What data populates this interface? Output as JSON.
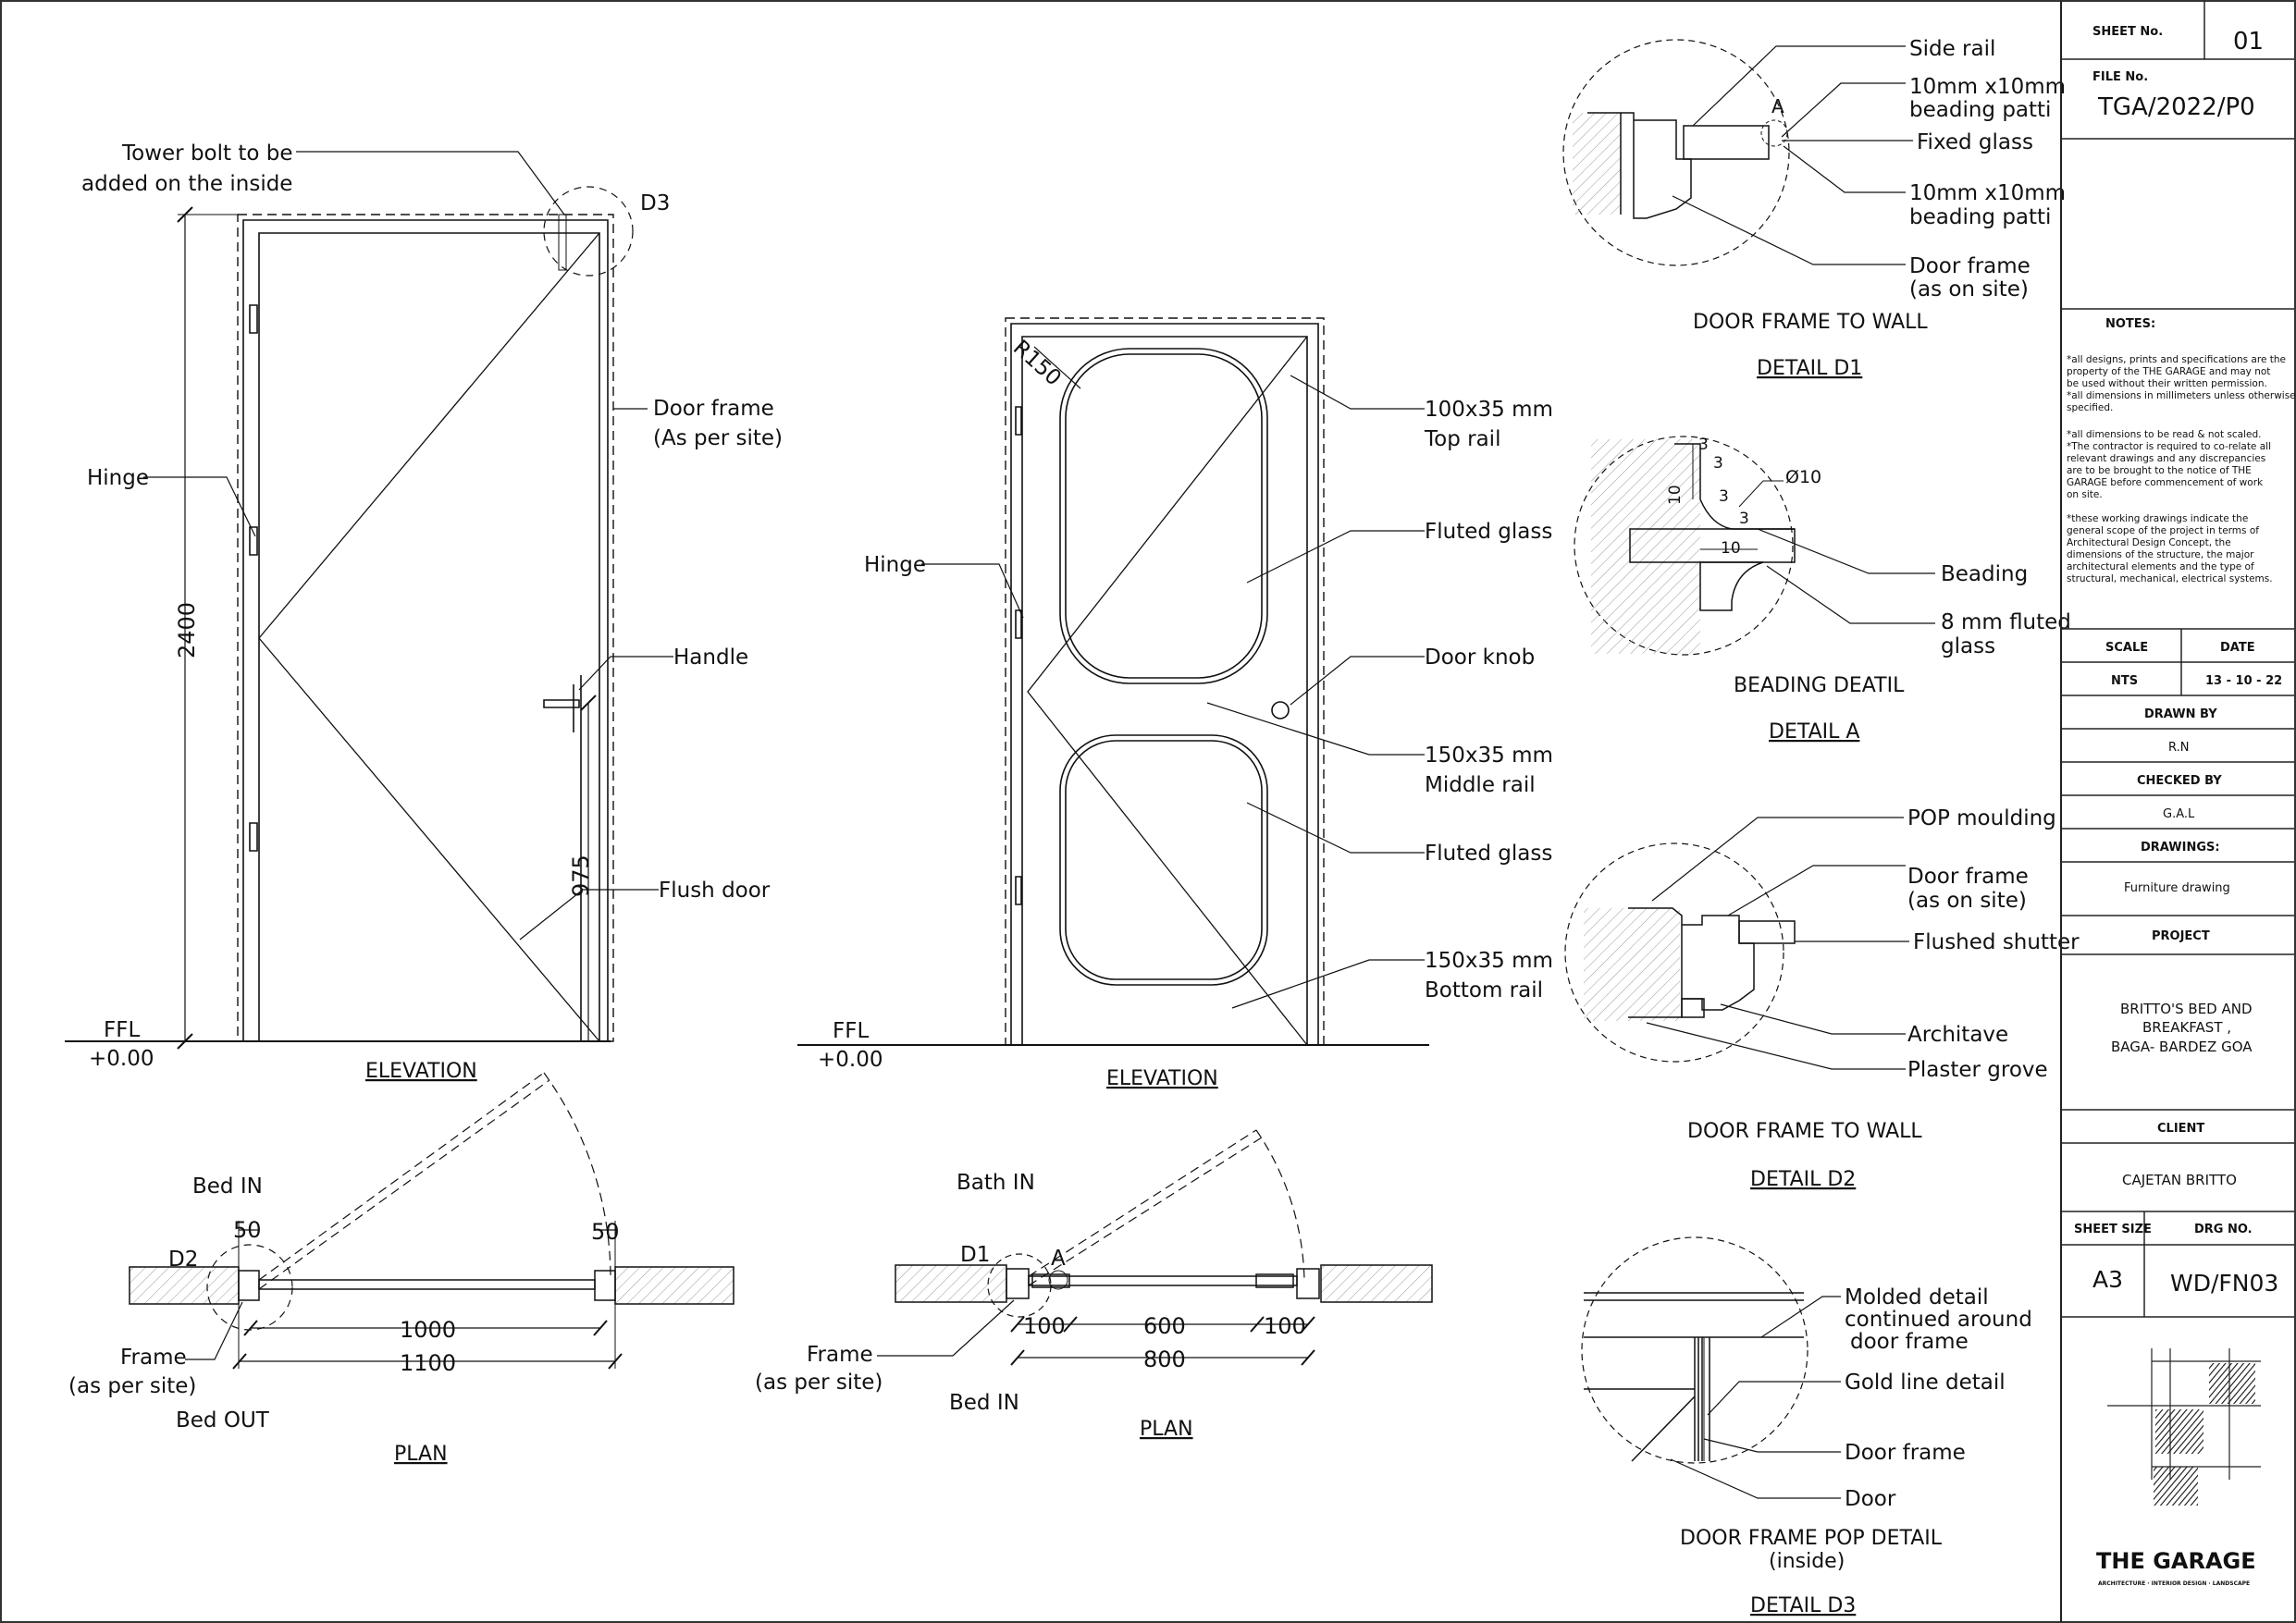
{
  "elevation_left": {
    "labels": {
      "tower_bolt_1": "Tower bolt to be",
      "tower_bolt_2": "added on the inside",
      "d3": "D3",
      "door_frame_1": "Door frame",
      "door_frame_2": "(As per site)",
      "hinge": "Hinge",
      "handle": "Handle",
      "flush_door": "Flush door",
      "ffl": "FFL",
      "level": "+0.00",
      "dim_height": "2400",
      "dim_handle": "975"
    },
    "title": "ELEVATION"
  },
  "elevation_right": {
    "labels": {
      "r150": "R150",
      "top_rail_1": "100x35 mm",
      "top_rail_2": "Top rail",
      "fluted_glass_1": "Fluted glass",
      "hinge": "Hinge",
      "door_knob": "Door knob",
      "middle_rail_1": "150x35  mm",
      "middle_rail_2": "Middle rail",
      "fluted_glass_2": "Fluted glass",
      "bottom_rail_1": "150x35 mm",
      "bottom_rail_2": "Bottom rail",
      "ffl": "FFL",
      "level": "+0.00"
    },
    "title": "ELEVATION"
  },
  "plan_left": {
    "labels": {
      "bed_in": "Bed IN",
      "d2": "D2",
      "dim_50a": "50",
      "dim_50b": "50",
      "frame_1": "Frame",
      "frame_2": "(as per site)",
      "dim_1000": "1000",
      "dim_1100": "1100",
      "bed_out": "Bed OUT"
    },
    "title": "PLAN"
  },
  "plan_right": {
    "labels": {
      "bath_in": "Bath IN",
      "d1": "D1",
      "a": "A",
      "frame_1": "Frame",
      "frame_2": "(as per site)",
      "dim_100a": "100",
      "dim_600": "600",
      "dim_100b": "100",
      "dim_800": "800",
      "bed_in": "Bed IN"
    },
    "title": "PLAN"
  },
  "detail_d1": {
    "labels": {
      "side_rail": "Side rail",
      "beading_1a": "10mm x10mm",
      "beading_1b": "beading patti",
      "fixed_glass": "Fixed glass",
      "beading_2a": "10mm x10mm",
      "beading_2b": "beading patti",
      "door_frame_1": "Door frame",
      "door_frame_2": "(as on site)",
      "a": "A"
    },
    "subtitle": "DOOR FRAME TO WALL",
    "title": "DETAIL D1"
  },
  "detail_a": {
    "labels": {
      "d3a": "3",
      "d3b": "3",
      "d3c": "3",
      "d3d": "3",
      "d10a": "10",
      "d10b": "10",
      "dia10": "Ø10",
      "beading": "Beading",
      "glass_1": "8 mm fluted",
      "glass_2": "glass"
    },
    "subtitle": "BEADING DEATIL",
    "title": "DETAIL A"
  },
  "detail_d2": {
    "labels": {
      "pop": "POP moulding",
      "door_frame_1": "Door frame",
      "door_frame_2": "(as on site)",
      "flushed": "Flushed shutter",
      "architave": "Architave",
      "plaster": "Plaster grove"
    },
    "subtitle": "DOOR FRAME TO WALL",
    "title": "DETAIL D2"
  },
  "detail_d3": {
    "labels": {
      "molded_1": "Molded detail",
      "molded_2": "continued around",
      "molded_3": "door frame",
      "gold": "Gold line detail",
      "door_frame": "Door frame",
      "door": "Door"
    },
    "subtitle_1": "DOOR FRAME POP DETAIL",
    "subtitle_2": "(inside)",
    "title": "DETAIL D3"
  },
  "title_block": {
    "sheet_no_label": "SHEET No.",
    "sheet_no": "01",
    "file_no_label": "FILE No.",
    "file_no": "TGA/2022/P0",
    "notes_label": "NOTES:",
    "notes": [
      "*all designs, prints and specifications are the",
      "property of the THE GARAGE and may not",
      "be used without their written permission.",
      "*all dimensions in millimeters unless otherwise",
      "specified.",
      "   *all dimensions to be read & not scaled.",
      "*The contractor is required to co-relate all",
      "relevant drawings and any discrepancies",
      "are to be brought to the notice of THE",
      "GARAGE before commencement of work",
      "on site.",
      "*these working drawings indicate the",
      " general scope of the project in terms of",
      "Architectural Design Concept, the",
      "dimensions of the structure, the major",
      "architectural elements and the type of",
      "structural, mechanical, electrical systems."
    ],
    "scale_label": "SCALE",
    "date_label": "DATE",
    "scale": "NTS",
    "date": "13 - 10 - 22",
    "drawn_by_label": "DRAWN BY",
    "drawn_by": "R.N",
    "checked_by_label": "CHECKED BY",
    "checked_by": "G.A.L",
    "drawings_label": "DRAWINGS:",
    "drawings": "Furniture drawing",
    "project_label": "PROJECT",
    "project_1": "BRITTO'S BED AND",
    "project_2": "BREAKFAST ,",
    "project_3": "BAGA- BARDEZ GOA",
    "client_label": "CLIENT",
    "client": "CAJETAN BRITTO",
    "sheet_size_label": "SHEET SIZE",
    "drg_no_label": "DRG NO.",
    "sheet_size": "A3",
    "drg_no": "WD/FN03",
    "firm": "THE GARAGE",
    "firm_tagline": "ARCHITECTURE · INTERIOR DESIGN · LANDSCAPE"
  }
}
